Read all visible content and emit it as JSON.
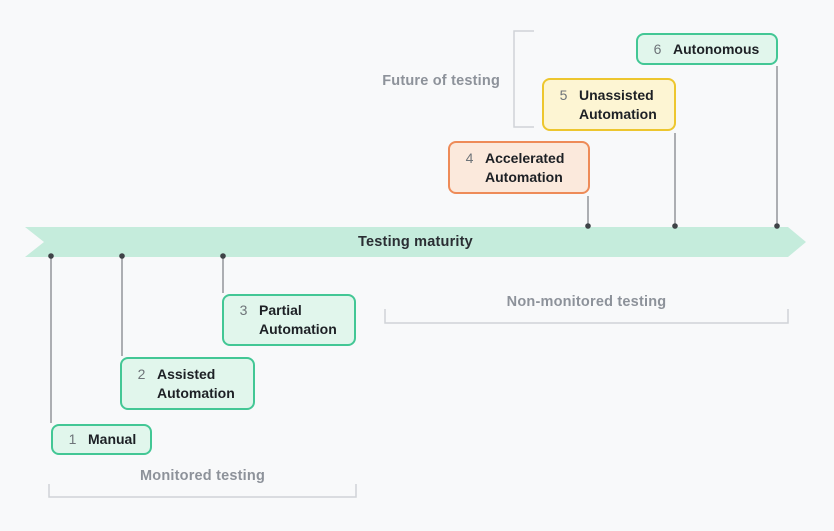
{
  "diagram": {
    "band": {
      "label": "Testing maturity"
    },
    "stages": [
      {
        "number": "1",
        "label": "Manual",
        "theme": "green",
        "side": "below"
      },
      {
        "number": "2",
        "label": "Assisted Automation",
        "theme": "green",
        "side": "below"
      },
      {
        "number": "3",
        "label": "Partial Automation",
        "theme": "green",
        "side": "below"
      },
      {
        "number": "4",
        "label": "Accelerated Automation",
        "theme": "orange",
        "side": "above"
      },
      {
        "number": "5",
        "label": "Unassisted Automation",
        "theme": "yellow",
        "side": "above"
      },
      {
        "number": "6",
        "label": "Autonomous",
        "theme": "green",
        "side": "above"
      }
    ],
    "group_labels": {
      "future": "Future of testing",
      "monitored": "Monitored testing",
      "non_monitored": "Non-monitored testing"
    },
    "colors": {
      "background": "#f8f9fa",
      "band_fill": "#c5ecdc",
      "band_text": "#2a2e33",
      "green_bg": "#e1f6ec",
      "green_border": "#43c795",
      "yellow_bg": "#fdf5d3",
      "yellow_border": "#edc62e",
      "orange_bg": "#fbe9dc",
      "orange_border": "#ee8b58",
      "connector_line": "#8b8f94",
      "connector_dot": "#3f4347",
      "bracket_line": "#cfd3d7",
      "group_label_text": "#8d929a",
      "stage_number_text": "#6e7479",
      "stage_label_text": "#1d2025"
    }
  }
}
